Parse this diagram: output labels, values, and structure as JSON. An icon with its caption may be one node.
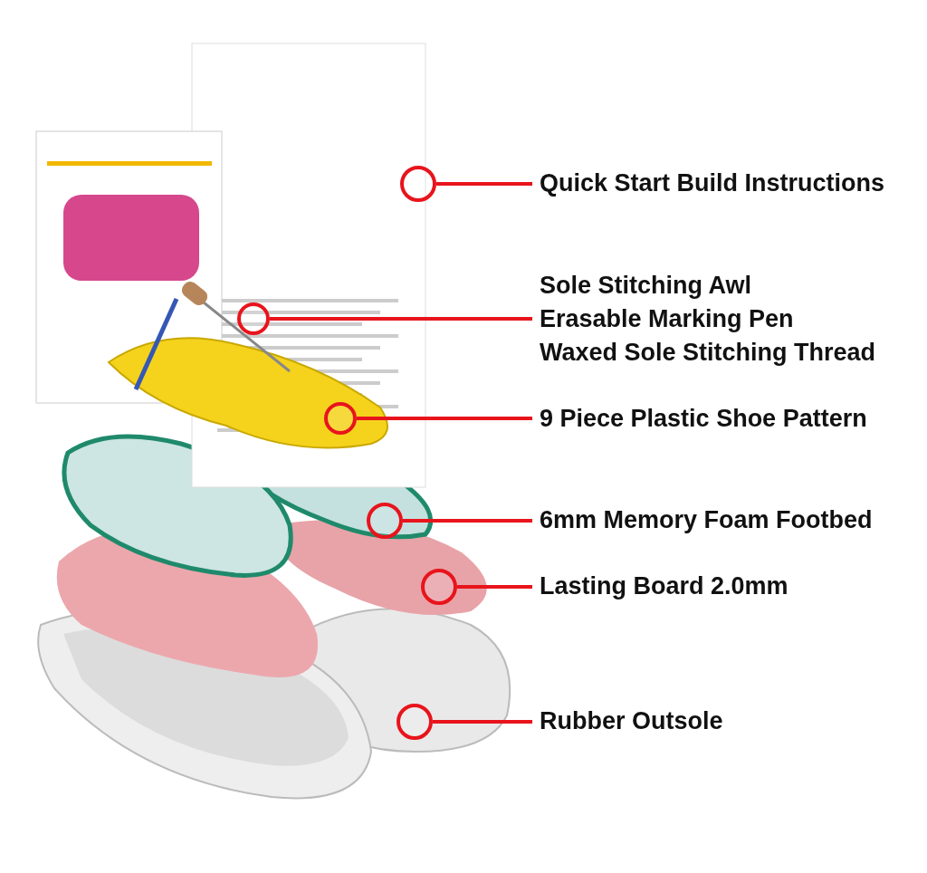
{
  "diagram": {
    "nodes": [
      {
        "text": [
          "Quick Start Build Instructions"
        ]
      },
      {
        "text": [
          "Sole Stitching Awl",
          "Erasable Marking Pen",
          "Waxed Sole Stitching Thread"
        ]
      },
      {
        "text": [
          "9 Piece Plastic Shoe Pattern"
        ]
      },
      {
        "text": [
          "6mm Memory Foam Footbed"
        ]
      },
      {
        "text": [
          "Lasting Board 2.0mm"
        ]
      },
      {
        "text": [
          "Rubber Outsole"
        ]
      },
      {
        "text": [],
        "shape": "circle"
      },
      {
        "text": [],
        "shape": "circle"
      },
      {
        "text": [],
        "shape": "circle"
      },
      {
        "text": [],
        "shape": "circle"
      },
      {
        "text": [],
        "shape": "circle"
      },
      {
        "text": [],
        "shape": "circle"
      }
    ],
    "edges": [
      {
        "from": 0,
        "to": 6,
        "arrow": "none"
      },
      {
        "from": 1,
        "to": 7,
        "arrow": "none"
      },
      {
        "from": 2,
        "to": 8,
        "arrow": "none"
      },
      {
        "from": 3,
        "to": 9,
        "arrow": "none"
      },
      {
        "from": 4,
        "to": 10,
        "arrow": "none"
      },
      {
        "from": 5,
        "to": 11,
        "arrow": "none"
      }
    ]
  }
}
